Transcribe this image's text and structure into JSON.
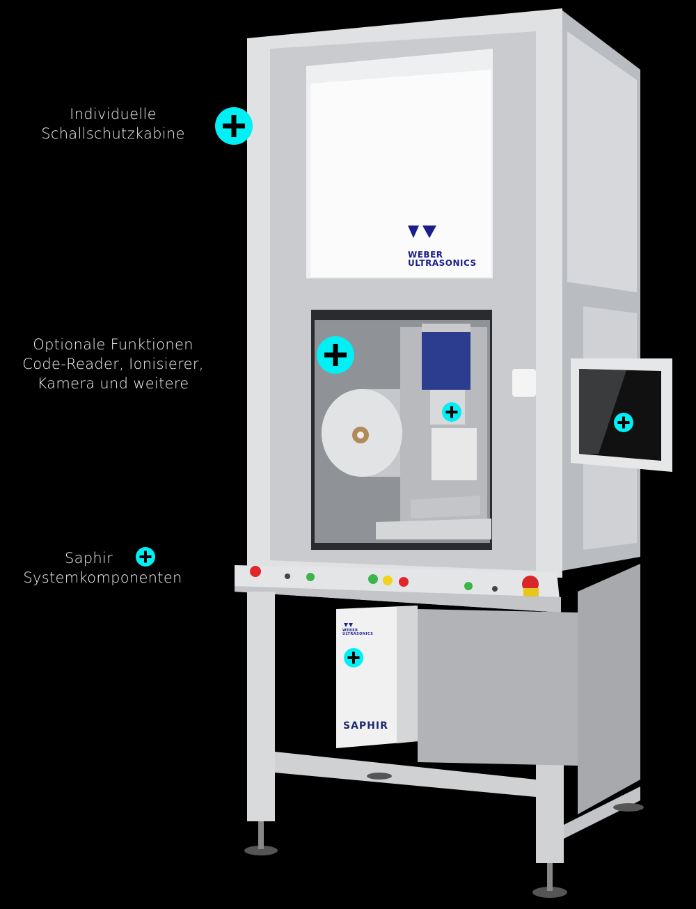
{
  "labels": {
    "cabin": [
      "Individuelle",
      "Schallschutzkabine"
    ],
    "options": [
      "Optionale Funktionen",
      "Code-Reader, Ionisierer,",
      "Kamera und weitere"
    ],
    "saphir_line1": "Saphir",
    "saphir_line2": "Systemkomponenten"
  },
  "branding": {
    "logo_line1": "WEBER",
    "logo_line2": "ULTRASONICS",
    "generator_name": "SAPHIR",
    "generator_logo_line1": "WEBER",
    "generator_logo_line2": "ULTRASONICS"
  },
  "colors": {
    "hotspot": "#00f0f5",
    "background": "#000000",
    "brand_blue": "#1a1d8c"
  }
}
